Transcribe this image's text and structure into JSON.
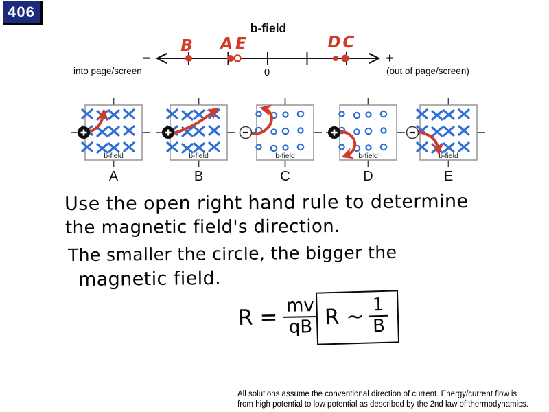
{
  "page": {
    "badge": "406"
  },
  "colors": {
    "badge_bg": "#1b2b7d",
    "red": "#d13b2a",
    "blue": "#2f6fd4",
    "box_border": "#8f8f8f",
    "ink": "#111111"
  },
  "number_line": {
    "title": "b-field",
    "minus_sign": "−",
    "plus_sign": "+",
    "zero_label": "0",
    "left_label": "into page/screen",
    "right_label": "(out of page/screen)",
    "markers": [
      {
        "label": "B",
        "dot": "filled"
      },
      {
        "label": "A",
        "dot": "filled"
      },
      {
        "label": "E",
        "dot": "open"
      },
      {
        "label": "D",
        "dot": "filled"
      },
      {
        "label": "C",
        "dot": "filled"
      }
    ]
  },
  "boxes": [
    {
      "letter": "A",
      "field_label": "b-field",
      "field_symbol": "x",
      "charge": "+",
      "arrow": "curve-up"
    },
    {
      "letter": "B",
      "field_label": "b-field",
      "field_symbol": "x",
      "charge": "+",
      "arrow": "curve-up-right"
    },
    {
      "letter": "C",
      "field_label": "b-field",
      "field_symbol": "o",
      "charge": "−",
      "arrow": "hook-up-left"
    },
    {
      "letter": "D",
      "field_label": "b-field",
      "field_symbol": "o",
      "charge": "+",
      "arrow": "hook-down-left"
    },
    {
      "letter": "E",
      "field_label": "b-field",
      "field_symbol": "x",
      "charge": "−",
      "arrow": "curve-down"
    }
  ],
  "notes": {
    "line1": "Use the open right hand rule to determine",
    "line2": "the magnetic field's direction.",
    "line3": "The smaller the circle, the bigger the",
    "line4": "magnetic field."
  },
  "formulas": {
    "radius": {
      "lhs": "R =",
      "numerator": "mv",
      "denominator": "qB"
    },
    "proportional": {
      "lhs": "R ~",
      "numerator": "1",
      "denominator": "B"
    }
  },
  "footer": {
    "line1": "All solutions assume the conventional direction of current. Energy/current flow is",
    "line2": "from high potential to low potential as described by the 2nd law of thermodynamics."
  }
}
